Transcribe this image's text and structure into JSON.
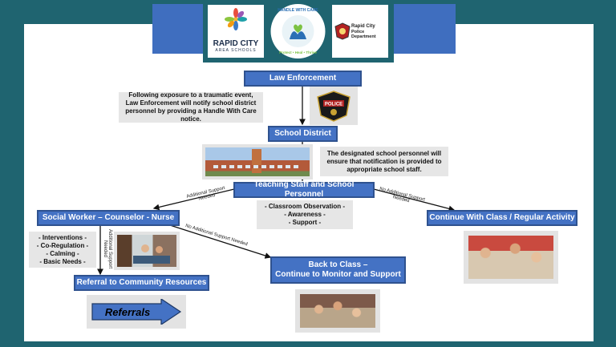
{
  "logos": {
    "rapid_city_schools": {
      "line1": "RAPID CITY",
      "line2": "AREA SCHOOLS"
    },
    "handle_with_care": {
      "top": "HANDLE WITH CARE",
      "bottom": "Protect • Heal • Thrive"
    },
    "police_department": {
      "line1": "Rapid City",
      "line2": "Police Department"
    }
  },
  "nodes": {
    "law_enforcement": "Law Enforcement",
    "school_district": "School District",
    "teaching_staff": "Teaching Staff and School Personnel",
    "social_worker": "Social Worker – Counselor - Nurse",
    "continue_class": "Continue With Class / Regular Activity",
    "back_to_class_line1": "Back to Class –",
    "back_to_class_line2": "Continue to Monitor and Support",
    "referral": "Referral to Community Resources",
    "referrals_arrow": "Referrals"
  },
  "notes": {
    "law_note": "Following exposure to a traumatic event, Law Enforcement will notify school district personnel by providing a Handle With Care notice.",
    "district_note": "The designated school personnel will ensure that notification is provided to appropriate school staff.",
    "staff_actions": [
      "- Classroom Observation -",
      "- Awareness -",
      "- Support -"
    ],
    "support_actions": [
      "- Interventions -",
      "- Co-Regulation -",
      "- Calming -",
      "- Basic Needs -"
    ]
  },
  "edge_labels": {
    "additional_support_a": "Additional Support",
    "additional_support_b": "Needed",
    "no_additional_a": "No Additional Support",
    "no_additional_b": "Needed",
    "no_additional_long": "No Additional Support Needed",
    "vertical_a": "Additional Support",
    "vertical_b": "Needed"
  },
  "badge_text": "POLICE",
  "colors": {
    "frame": "#1f6470",
    "box": "#4472c4",
    "box_border": "#2f528f",
    "note_bg": "#e6e6e6",
    "referral_arrow": "#4472c4"
  }
}
